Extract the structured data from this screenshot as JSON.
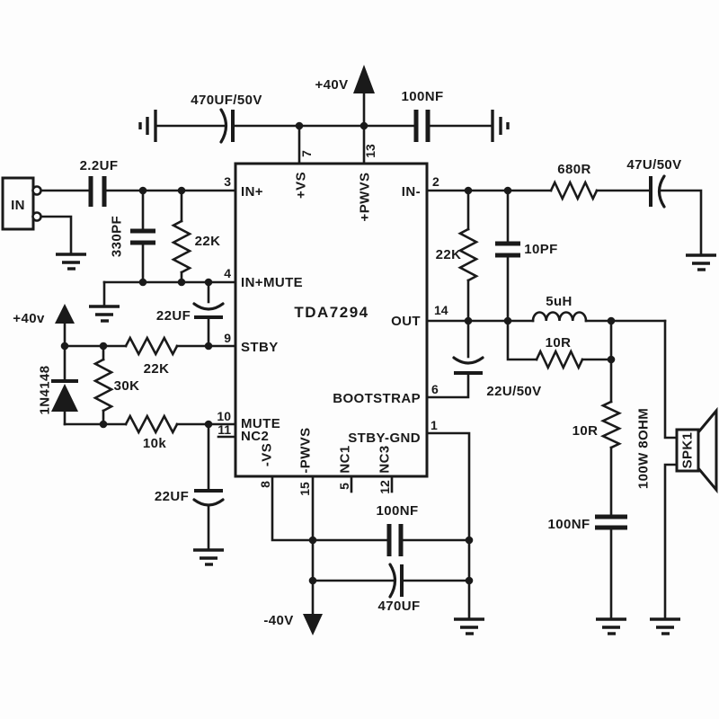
{
  "colors": {
    "line": "#1a1a1a",
    "background": "#ffffff"
  },
  "ic": {
    "name": "TDA7294",
    "pins": {
      "p1": {
        "num": "1",
        "label": "STBY-GND"
      },
      "p2": {
        "num": "2",
        "label": "IN-"
      },
      "p3": {
        "num": "3",
        "label": "IN+"
      },
      "p4": {
        "num": "4",
        "label": "IN+MUTE"
      },
      "p5": {
        "num": "5",
        "label": "NC1"
      },
      "p6": {
        "num": "6",
        "label": "BOOTSTRAP"
      },
      "p7": {
        "num": "7",
        "label": "+VS"
      },
      "p8": {
        "num": "8",
        "label": "-VS"
      },
      "p9": {
        "num": "9",
        "label": "STBY"
      },
      "p10": {
        "num": "10",
        "label": "MUTE"
      },
      "p11": {
        "num": "11",
        "label": "NC2"
      },
      "p12": {
        "num": "12",
        "label": "NC3"
      },
      "p13": {
        "num": "13",
        "label": "+PWVS"
      },
      "p14": {
        "num": "14",
        "label": "OUT"
      },
      "p15": {
        "num": "15",
        "label": "-PWVS"
      }
    }
  },
  "labels": {
    "supply_pos": "+40V",
    "supply_pos_bias": "+40v",
    "supply_neg": "-40V",
    "cap_470uf_pos": "470UF/50V",
    "cap_100nf_pos": "100NF",
    "conn_in": "IN",
    "cap_input": "2.2UF",
    "cap_330pf": "330PF",
    "res_22k_input": "22K",
    "cap_22uf_mute": "22UF",
    "res_22k_stby": "22K",
    "res_30k": "30K",
    "diode_1n4148": "1N4148",
    "res_10k": "10k",
    "cap_22uf_stby": "22UF",
    "res_680r": "680R",
    "cap_47u": "47U/50V",
    "res_22k_fb": "22K",
    "cap_10pf": "10PF",
    "ind_5uh": "5uH",
    "res_10r_parallel": "10R",
    "cap_22u_boot": "22U/50V",
    "res_10r_zobel": "10R",
    "cap_100nf_zobel": "100NF",
    "cap_100nf_neg": "100NF",
    "cap_470uf_neg": "470UF",
    "spk_name": "SPK1",
    "spk_rating": "100W 8OHM"
  }
}
